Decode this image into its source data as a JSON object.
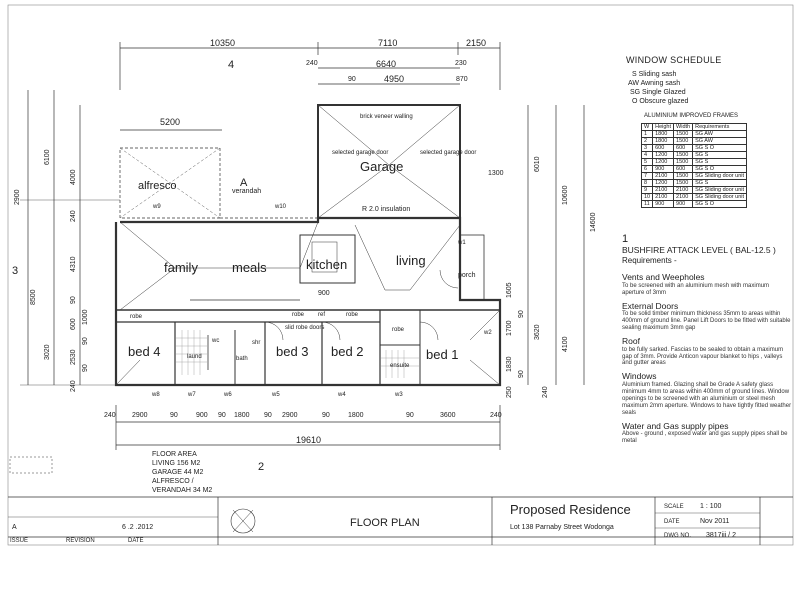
{
  "top_dims": {
    "row1": [
      "10350",
      "7110",
      "2150"
    ],
    "row2": [
      "240",
      "6640",
      "230"
    ],
    "row3": [
      "90",
      "4950",
      "870"
    ],
    "alfresco_width": "5200"
  },
  "left_dims": {
    "outer": [
      "2900",
      "8500"
    ],
    "mid": [
      "6100",
      "3020"
    ],
    "inner": [
      "4000",
      "240",
      "4310",
      "90",
      "1000",
      "600",
      "90",
      "2530",
      "90",
      "240"
    ]
  },
  "right_dims": [
    "6010",
    "10600",
    "14600",
    "1300",
    "4100",
    "1605",
    "1700",
    "3620",
    "90",
    "1830",
    "90",
    "240",
    "250"
  ],
  "bottom_dims": {
    "row1": [
      "240",
      "2900",
      "90",
      "900",
      "90",
      "1800",
      "90",
      "2900",
      "90",
      "1800",
      "90",
      "3600",
      "240"
    ],
    "total": "19610"
  },
  "section_markers": [
    "4",
    "3",
    "1",
    "2"
  ],
  "rooms": {
    "garage": "Garage",
    "alfresco": "alfresco",
    "verandah": "verandah",
    "family": "family",
    "meals": "meals",
    "kitchen": "kitchen",
    "living": "living",
    "porch": "porch",
    "bed4": "bed 4",
    "bed3": "bed 3",
    "bed2": "bed 2",
    "bed1": "bed 1",
    "laundry": "laund",
    "bath": "bath",
    "ensuite": "ensuite",
    "wc": "wc",
    "robe": "robe",
    "shr": "shr",
    "ref": "ref",
    "slid_robe": "slid robe doors"
  },
  "plan_notes": {
    "brick_veneer": "brick veneer walling",
    "selected_garage_door": "selected garage door",
    "insulation": "R 2.0 insulation",
    "marker_a": "A",
    "opening_900": "900",
    "opening_1300": "1300"
  },
  "windows": [
    "w9",
    "w10",
    "w1",
    "w7",
    "w6",
    "w5",
    "w4",
    "w3",
    "w2",
    "w8"
  ],
  "window_schedule": {
    "title": "WINDOW SCHEDULE",
    "legend": [
      "S  Sliding sash",
      "AW Awning sash",
      "SG Single Glazed",
      "O  Obscure glazed"
    ],
    "aluminium_title": "ALUMINIUM IMPROVED FRAMES",
    "headers": [
      "W",
      "Height",
      "Width",
      "Requirements"
    ],
    "rows": [
      [
        "1",
        "1800",
        "1500",
        "SG  AW"
      ],
      [
        "2",
        "1800",
        "1500",
        "SG  AW"
      ],
      [
        "3",
        "600",
        "600",
        "SG  S  O"
      ],
      [
        "4",
        "1200",
        "1500",
        "SG  S"
      ],
      [
        "5",
        "1200",
        "1500",
        "SG  S"
      ],
      [
        "6",
        "900",
        "600",
        "SG  S  O"
      ],
      [
        "7",
        "2100",
        "1500",
        "SG Sliding door unit"
      ],
      [
        "8",
        "1200",
        "1500",
        "SG  S"
      ],
      [
        "9",
        "2100",
        "2100",
        "SG Sliding door unit"
      ],
      [
        "10",
        "2100",
        "2100",
        "SG Sliding door unit"
      ],
      [
        "11",
        "900",
        "900",
        "SG  S  O"
      ]
    ]
  },
  "bushfire": {
    "title": "BUSHFIRE ATTACK LEVEL  ( BAL-12.5 )",
    "requirements": "Requirements -",
    "sections": [
      {
        "heading": "Vents and Weepholes",
        "text": "To be screened with an aluminium mesh with maximum aperture of 3mm"
      },
      {
        "heading": "External Doors",
        "text": "To be solid timber minimum thickness 35mm to areas within 400mm of ground line. Panel Lift Doors to be fitted with suitable sealing maximum 3mm gap"
      },
      {
        "heading": "Roof",
        "text": "to be fully sarked. Fascias to be sealed to obtain a maximum gap of 3mm. Provide Anticon vapour blanket to hips , valleys and gutter areas"
      },
      {
        "heading": "Windows",
        "text": "Aluminium framed. Glazing shall be Grade A safety glass minimum 4mm to areas within 400mm of ground lines. Window openings to be screened with an aluminium or steel mesh maximum 2mm aperture. Windows to have tightly fitted weather seals"
      },
      {
        "heading": "Water and Gas supply pipes",
        "text": "Above - ground , exposed water and gas supply pipes shall be metal"
      }
    ]
  },
  "floor_area": {
    "title": "FLOOR AREA",
    "living": "LIVING    156 M2",
    "garage": "GARAGE   44 M2",
    "alfresco": "ALFRESCO /",
    "verandah": "VERANDAH    34 M2"
  },
  "title_block": {
    "issue_letter": "A",
    "issue_date": "6 .2 .2012",
    "issue_label": "ISSUE",
    "revision_label": "REVISION",
    "date_label": "DATE",
    "drawing_title": "FLOOR PLAN",
    "project": "Proposed Residence",
    "address": "Lot 138 Parnaby Street Wodonga",
    "scale_label": "SCALE",
    "scale_value": "1 : 100",
    "date2_label": "DATE",
    "date2_value": "Nov 2011",
    "dwg_label": "DWG NO.",
    "dwg_value": "3817iii  /  2"
  }
}
